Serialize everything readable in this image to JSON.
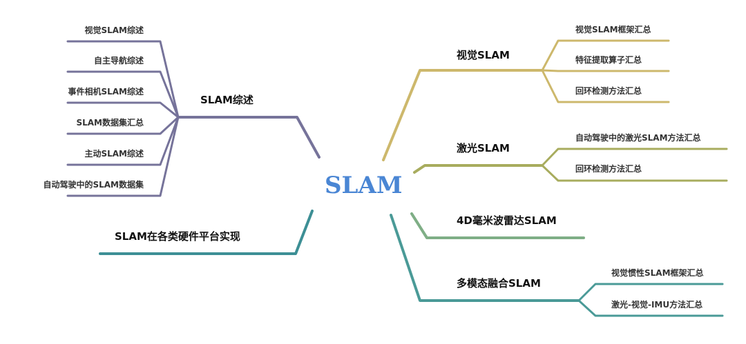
{
  "root": {
    "label": "SLAM",
    "color": "#4a86d4"
  },
  "branches": {
    "review": {
      "label": "SLAM综述",
      "color": "#76739a",
      "leaves": [
        "视觉SLAM综述",
        "自主导航综述",
        "事件相机SLAM综述",
        "SLAM数据集汇总",
        "主动SLAM综述",
        "自动驾驶中的SLAM数据集"
      ]
    },
    "platform": {
      "label": "SLAM在各类硬件平台实现",
      "color": "#3d8f95",
      "leaves": []
    },
    "visual": {
      "label": "视觉SLAM",
      "color": "#cdb86c",
      "leaves": [
        "视觉SLAM框架汇总",
        "特征提取算子汇总",
        "回环检测方法汇总"
      ]
    },
    "lidar": {
      "label": "激光SLAM",
      "color": "#a8ac5e",
      "leaves": [
        "自动驾驶中的激光SLAM方法汇总",
        "回环检测方法汇总"
      ]
    },
    "radar": {
      "label": "4D毫米波雷达SLAM",
      "color": "#7fae86",
      "leaves": []
    },
    "multimodal": {
      "label": "多模态融合SLAM",
      "color": "#4a9a97",
      "leaves": [
        "视觉惯性SLAM框架汇总",
        "激光-视觉-IMU方法汇总"
      ]
    }
  }
}
